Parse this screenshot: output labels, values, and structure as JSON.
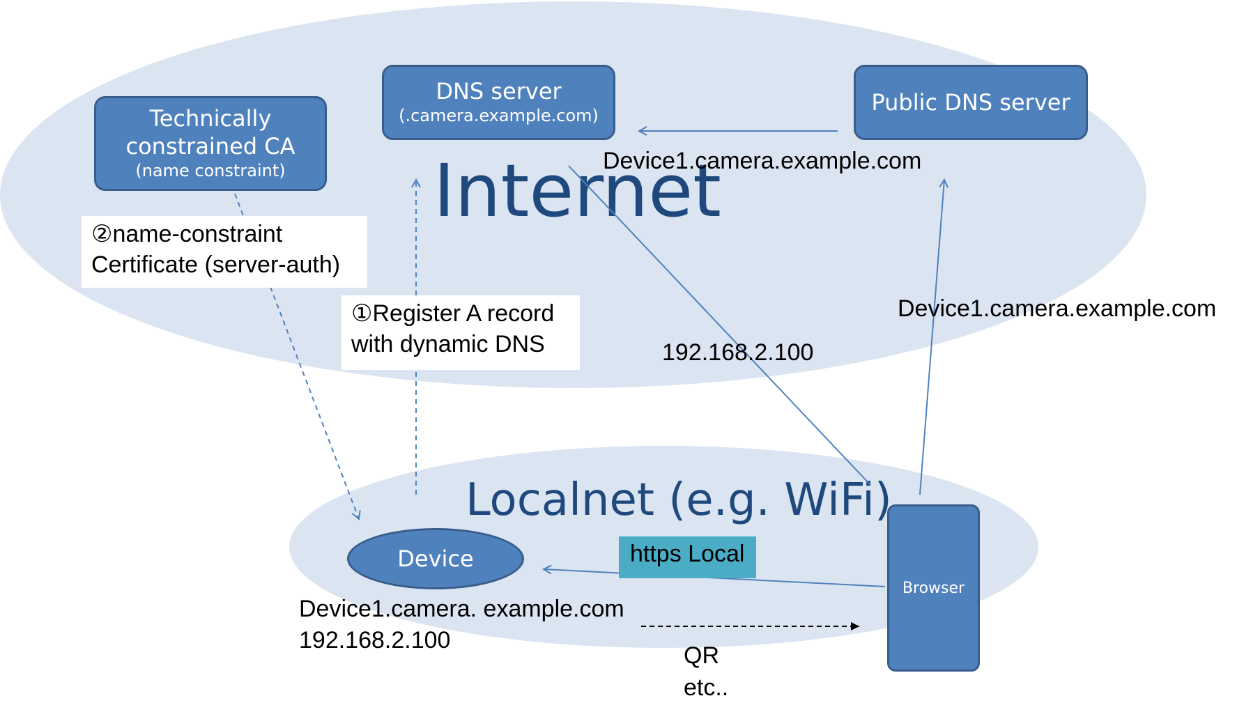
{
  "colors": {
    "ellipse_fill": "#dbe4f1",
    "node_fill": "#4f81bd",
    "node_border": "#385d8a",
    "region_label": "#1f497d",
    "arrow": "#4f81bd",
    "teal_label": "#4bacc6"
  },
  "regions": {
    "internet": "Internet",
    "localnet": "Localnet (e.g. WiFi)"
  },
  "nodes": {
    "ca": {
      "line1": "Technically",
      "line2": "constrained CA",
      "line3": "(name constraint)"
    },
    "dns_server": {
      "line1": "DNS  server",
      "line2": "(.camera.example.com)"
    },
    "public_dns": {
      "line1": "Public DNS server"
    },
    "device": {
      "label": "Device"
    },
    "browser": {
      "label": "Browser"
    }
  },
  "labels": {
    "step2_line1": "②name-constraint",
    "step2_line2": "Certificate  (server-auth)",
    "step1_line1": "①Register A record",
    "step1_line2": "with dynamic DNS",
    "public_dns_query": "Device1.camera.example.com",
    "browser_query": "Device1.camera.example.com",
    "resolved_ip": "192.168.2.100",
    "https_local": "https Local",
    "device_fqdn": "Device1.camera. example.com",
    "device_ip": "192.168.2.100",
    "qr_line1": "QR",
    "qr_line2": "etc.."
  }
}
